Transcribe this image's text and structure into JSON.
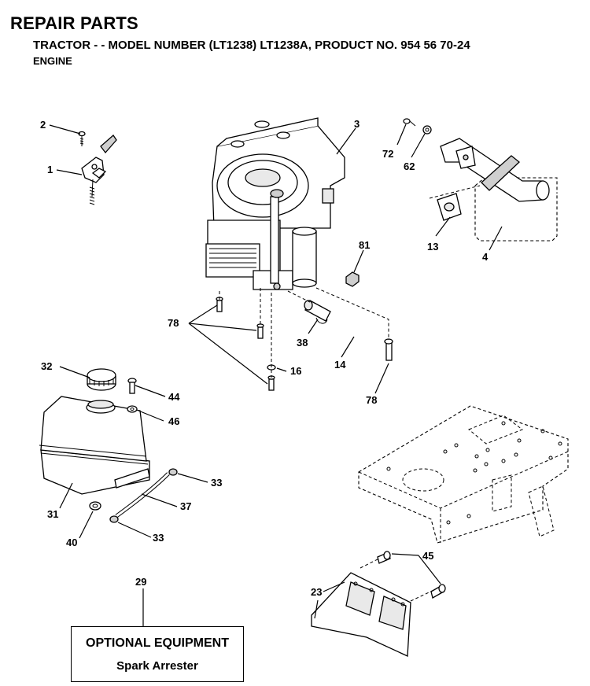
{
  "header": {
    "title": "REPAIR PARTS",
    "subtitle": "TRACTOR - - MODEL NUMBER (LT1238) LT1238A, PRODUCT NO. 954 56 70-24",
    "section": "ENGINE"
  },
  "callouts": {
    "c1": "1",
    "c2": "2",
    "c3": "3",
    "c4": "4",
    "c13": "13",
    "c14": "14",
    "c16": "16",
    "c23": "23",
    "c29": "29",
    "c31": "31",
    "c32": "32",
    "c33a": "33",
    "c33b": "33",
    "c37": "37",
    "c38": "38",
    "c40": "40",
    "c44": "44",
    "c45": "45",
    "c46": "46",
    "c62": "62",
    "c72": "72",
    "c78a": "78",
    "c78b": "78",
    "c81": "81"
  },
  "optional_box": {
    "title": "OPTIONAL EQUIPMENT",
    "item": "Spark Arrester"
  }
}
